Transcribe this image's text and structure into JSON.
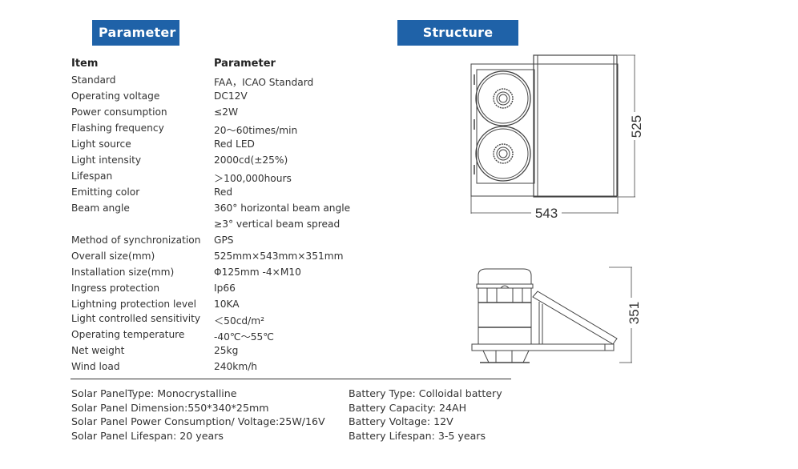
{
  "header": {
    "parameter_title": "Parameter",
    "structure_title": "Structure chart"
  },
  "table": {
    "headers": {
      "item": "Item",
      "parameter": "Parameter"
    },
    "rows": [
      {
        "item": "Standard",
        "value": "FAA，ICAO Standard"
      },
      {
        "item": "Operating voltage",
        "value": "DC12V"
      },
      {
        "item": "Power consumption",
        "value": "≤2W"
      },
      {
        "item": "Flashing frequency",
        "value": "20～60times/min"
      },
      {
        "item": "Light source",
        "value": "Red LED"
      },
      {
        "item": "Light intensity",
        "value": "2000cd(±25%)"
      },
      {
        "item": "Lifespan",
        "value": "＞100,000hours"
      },
      {
        "item": "Emitting color",
        "value": "Red"
      },
      {
        "item": "Beam angle",
        "value": "360° horizontal beam angle"
      },
      {
        "item": "",
        "value": "≥3° vertical beam spread"
      },
      {
        "item": "Method of synchronization",
        "value": "GPS"
      },
      {
        "item": "Overall size(mm)",
        "value": "525mm×543mm×351mm"
      },
      {
        "item": "Installation size(mm)",
        "value": "Φ125mm -4×M10"
      },
      {
        "item": "Ingress protection",
        "value": "Ip66"
      },
      {
        "item": "Lightning protection level",
        "value": "10KA"
      },
      {
        "item": "Light controlled sensitivity",
        "value": "＜50cd/m²"
      },
      {
        "item": "Operating temperature",
        "value": "-40℃～55℃"
      },
      {
        "item": "Net weight",
        "value": "25kg"
      },
      {
        "item": "Wind load",
        "value": "240km/h"
      }
    ]
  },
  "notes": {
    "solar": [
      "Solar PanelType: Monocrystalline",
      "Solar Panel Dimension:550*340*25mm",
      "Solar Panel Power Consumption/ Voltage:25W/16V",
      "Solar Panel Lifespan: 20 years"
    ],
    "battery": [
      "Battery Type: Colloidal battery",
      "Battery Capacity: 24AH",
      "Battery Voltage: 12V",
      "Battery Lifespan: 3-5 years"
    ]
  },
  "drawing": {
    "top_view": {
      "height_label": "525",
      "width_label": "543"
    },
    "side_view": {
      "height_label": "351"
    }
  }
}
